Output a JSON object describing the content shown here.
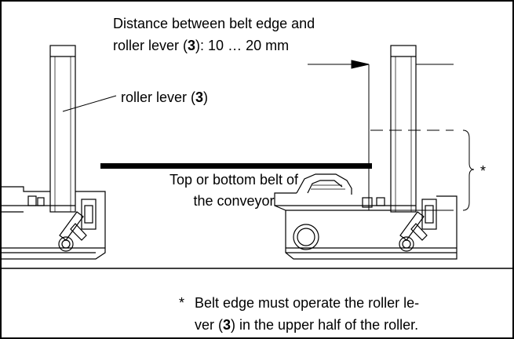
{
  "distance_label": {
    "line1": "Distance between belt edge and",
    "line2_prefix": "roller lever (",
    "line2_bold": "3",
    "line2_suffix": "): 10 … 20 mm"
  },
  "roller_label": {
    "prefix": "roller lever (",
    "bold": "3",
    "suffix": ")"
  },
  "belt_label": {
    "line1": "Top or bottom belt of",
    "line2": "the conveyor"
  },
  "asterisk": "*",
  "footnote": {
    "marker": "*",
    "line1": "Belt edge must operate the roller le-",
    "line2_prefix": "ver (",
    "line2_bold": "3",
    "line2_suffix": ") in the upper half of the roller."
  }
}
